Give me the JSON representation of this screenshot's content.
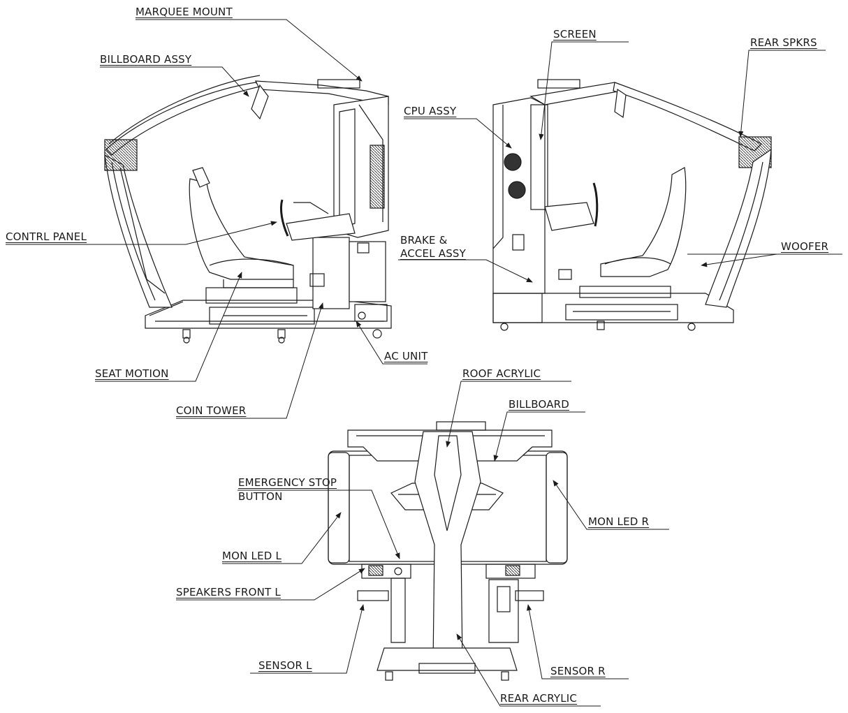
{
  "labels": {
    "marquee_mount": "MARQUEE MOUNT",
    "billboard_assy": "BILLBOARD ASSY",
    "contrl_panel": "CONTRL PANEL",
    "seat_motion": "SEAT MOTION",
    "coin_tower": "COIN TOWER",
    "ac_unit": "AC UNIT",
    "screen": "SCREEN",
    "cpu_assy": "CPU ASSY",
    "rear_spkrs": "REAR SPKRS",
    "brake_accel_line1": "BRAKE &",
    "brake_accel_line2": "ACCEL ASSY",
    "woofer": "WOOFER",
    "roof_acrylic": "ROOF ACRYLIC",
    "billboard": "BILLBOARD",
    "emergency_stop_line1": "EMERGENCY STOP",
    "emergency_stop_line2": "BUTTON",
    "mon_led_r": "MON LED R",
    "mon_led_l": "MON LED L",
    "speakers_front_l": "SPEAKERS FRONT L",
    "sensor_l": "SENSOR L",
    "sensor_r": "SENSOR R",
    "rear_acrylic": "REAR ACRYLIC"
  },
  "colors": {
    "ink": "#1a1a1a",
    "background": "#ffffff"
  }
}
